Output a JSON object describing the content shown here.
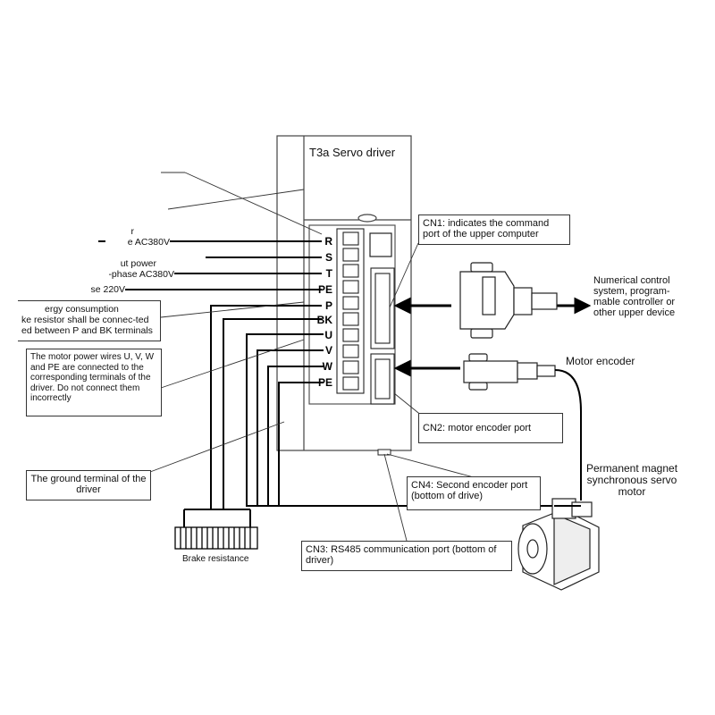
{
  "driver": {
    "title": "T3a Servo driver",
    "terminals": [
      "R",
      "S",
      "T",
      "PE",
      "P",
      "BK",
      "U",
      "V",
      "W",
      "PE"
    ]
  },
  "callouts": {
    "cn1": "CN1: indicates the command port of the upper computer",
    "cn2": "CN2: motor encoder port",
    "cn4": "CN4: Second encoder port (bottom of drive)",
    "cn3": "CN3: RS485 communication port (bottom of driver)",
    "motor_wires": "The motor power wires U, V, W and PE are connected to the corresponding terminals of the driver. Do not connect them incorrectly",
    "ground": "The ground terminal of the driver",
    "brake_note_1": "ergy consumption",
    "brake_note_2": "ke resistor shall be connec-ted",
    "brake_note_3": "ed between P and BK terminals"
  },
  "power_fragments": {
    "line1": "r",
    "line2": "e AC380V",
    "line3": "ut power",
    "line4": "-phase AC380V",
    "line5": "se 220V"
  },
  "labels": {
    "upper": "Numerical control system, program-mable controller or other upper device",
    "encoder": "Motor encoder",
    "motor": "Permanent magnet synchronous servo motor",
    "brake": "Brake resistance"
  }
}
